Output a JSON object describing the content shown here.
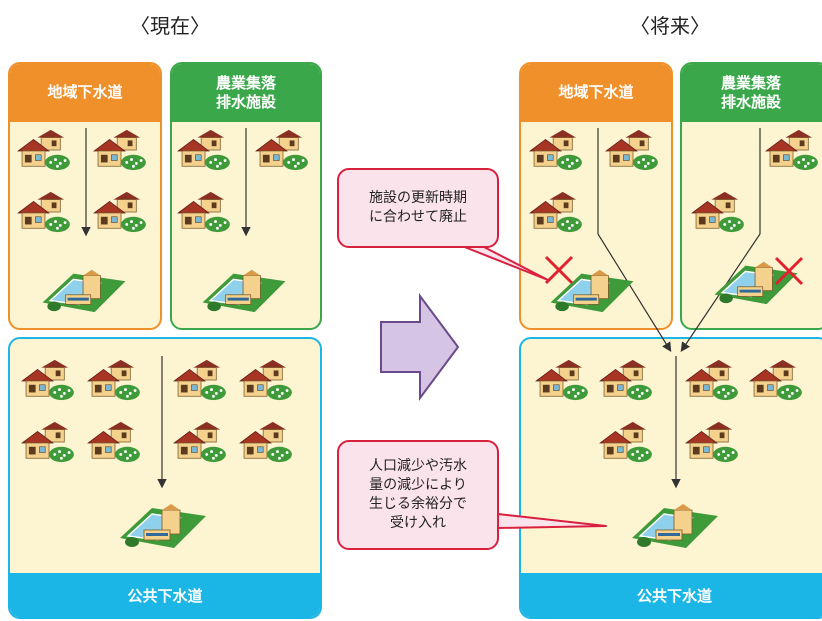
{
  "headings": {
    "current": "〈現在〉",
    "future": "〈将来〉"
  },
  "panels": {
    "local_sewer": "地域下水道",
    "agri_line1": "農業集落",
    "agri_line2": "排水施設",
    "public_sewer": "公共下水道"
  },
  "callouts": {
    "abolish": "施設の更新時期\nに合わせて廃止",
    "absorb": "人口減少や汚水\n量の減少により\n生じる余裕分で\n受け入れ"
  },
  "colors": {
    "orange": "#f0902a",
    "green": "#3aa84a",
    "blue": "#1cb6e6",
    "callout_red": "#d9213f",
    "arrow_purple": "#d6c4e4"
  },
  "icons": [
    "house-icon",
    "treatment-plant-icon",
    "abolish-cross-icon",
    "transition-arrow-icon"
  ]
}
